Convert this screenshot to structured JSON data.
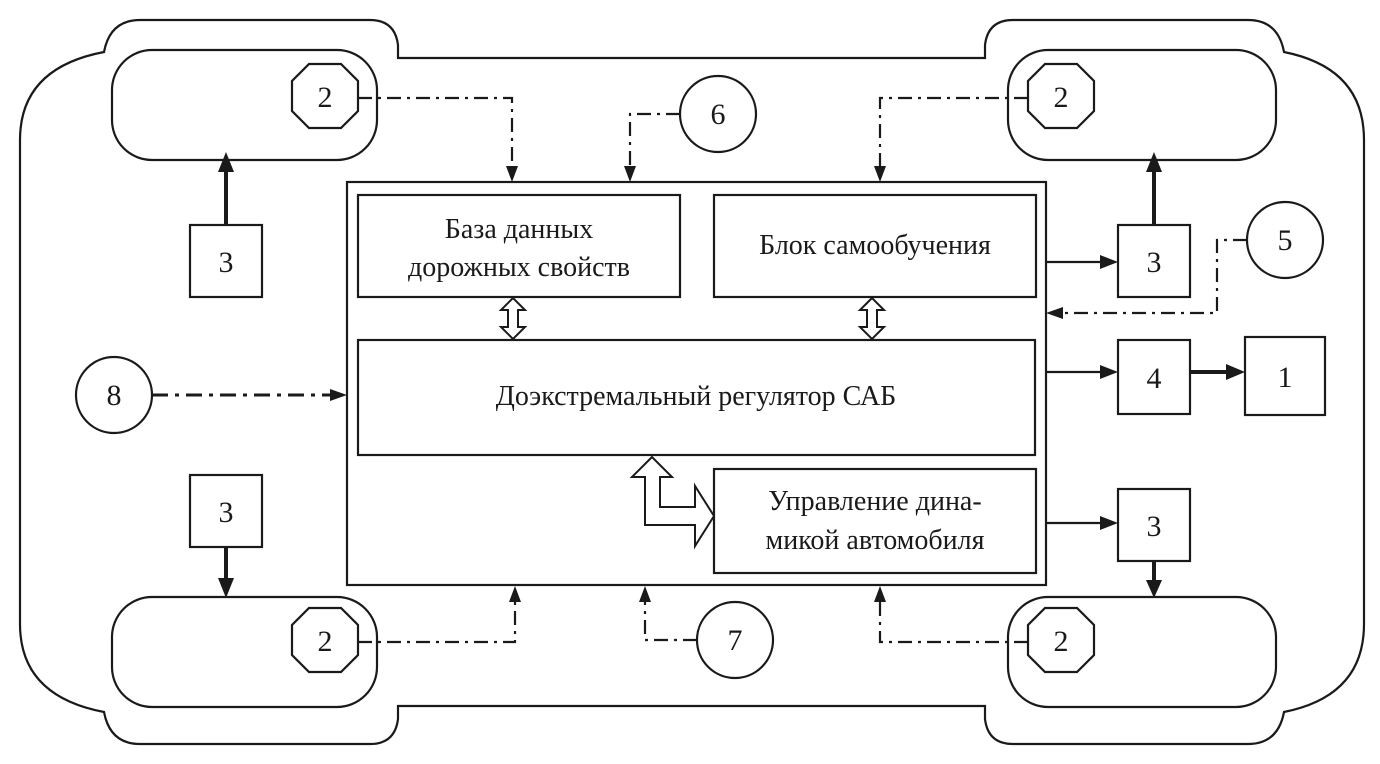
{
  "blocks": {
    "database": [
      "База данных",
      "дорожных свойств"
    ],
    "self_learning": "Блок самообучения",
    "regulator": "Доэкстремальный регулятор САБ",
    "dynamics": [
      "Управление дина-",
      "микой автомобиля"
    ]
  },
  "labels": {
    "wheel_sensor": "2",
    "actuator": "3",
    "unit_4": "4",
    "unit_1": "1",
    "input_5": "5",
    "input_6": "6",
    "input_7": "7",
    "input_8": "8"
  }
}
